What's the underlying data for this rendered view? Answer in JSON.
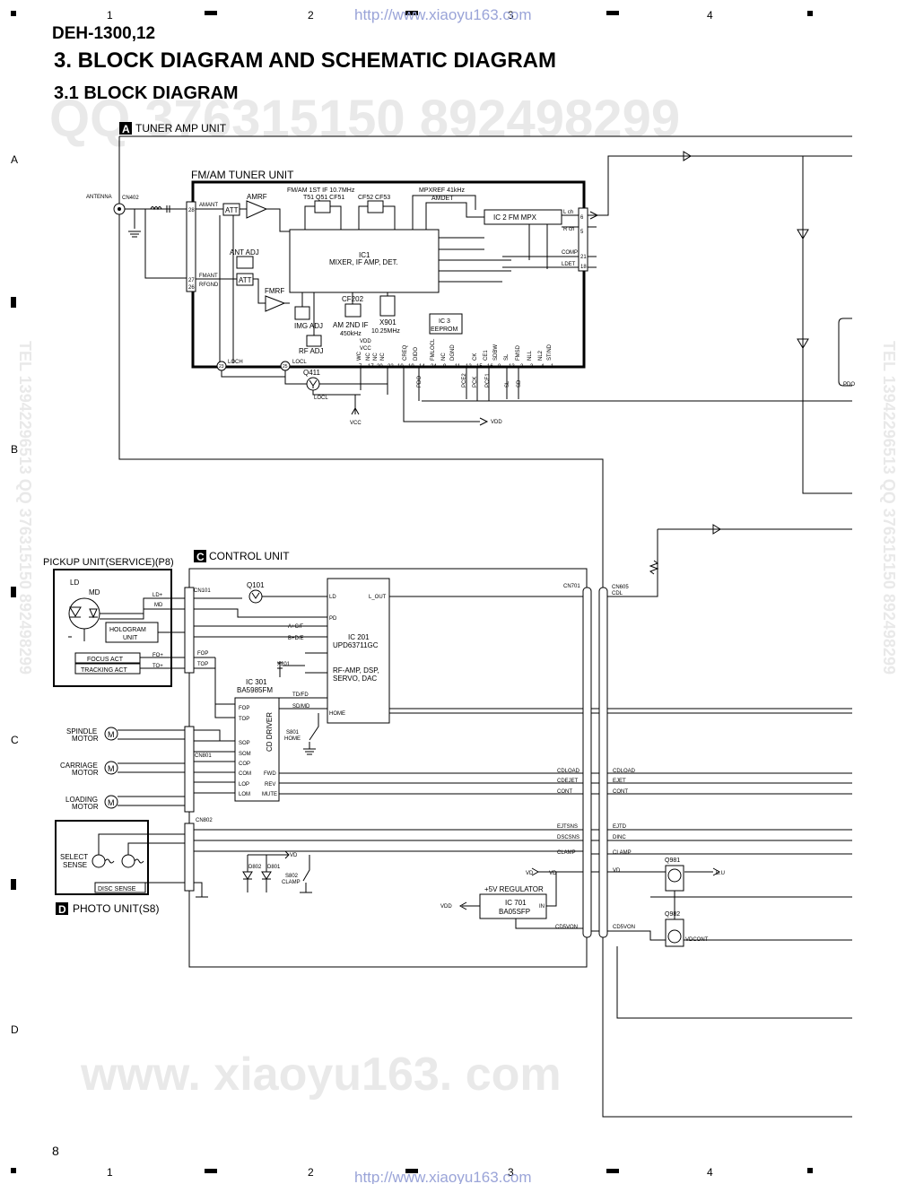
{
  "header": {
    "url_top": "http://www.xiaoyu163.com",
    "url_bottom": "http://www.xiaoyu163.com",
    "model": "DEH-1300,12",
    "title": "3. BLOCK DIAGRAM AND SCHEMATIC DIAGRAM",
    "subtitle": "3.1 BLOCK DIAGRAM",
    "col_numbers": [
      "1",
      "2",
      "3",
      "4"
    ],
    "row_letters": [
      "A",
      "B",
      "C",
      "D"
    ],
    "page_number": "8"
  },
  "watermarks": {
    "qq_top": "QQ 376315150   892498299",
    "www_bottom": "www. xiaoyu163. com",
    "side_right": "TEL 13942296513  QQ 376315150  892498299",
    "side_left": "TEL 13942296513  QQ 376315150  892498299"
  },
  "sections": {
    "tuner_amp": {
      "letter": "A",
      "label": "TUNER AMP UNIT"
    },
    "fm_am_tuner": {
      "label": "FM/AM TUNER UNIT"
    },
    "control": {
      "letter": "C",
      "label": "CONTROL  UNIT"
    },
    "pickup": {
      "label": "PICKUP UNIT(SERVICE)(P8)"
    },
    "photo": {
      "letter": "D",
      "label": "PHOTO UNIT(S8)"
    }
  },
  "tuner": {
    "antenna": "ANTENNA",
    "cn402": "CN402",
    "amant": "AMANT",
    "fmant": "FMANT",
    "rfgnd": "RFGND",
    "att": "ATT",
    "amrf": "AMRF",
    "fmrf": "FMRF",
    "ant_adj": "ANT ADJ",
    "img_adj": "IMG ADJ",
    "rf_adj": "RF ADJ",
    "if_label": "FM/AM 1ST IF 10.7MHz",
    "t51": "T51 Q51 CF51",
    "cf52": "CF52 CF53",
    "mpxref": "MPXREF 41kHz",
    "amdet": "AMDET",
    "ic1_name": "IC1",
    "ic1_desc": "MIXER, IF AMP, DET.",
    "ic2": "IC 2 FM MPX",
    "lch": "L ch",
    "rch": "R ch",
    "comp": "COMP",
    "ldet": "LDET",
    "cf202": "CF202",
    "am2nd": "AM 2ND IF",
    "am2nd_freq": "450kHz",
    "x901": "X901",
    "x901_freq": "10.25MHz",
    "ic3": "IC 3",
    "eeprom": "EEPROM",
    "vdd": "VDD",
    "vcc": "VCC",
    "q411": "Q411",
    "loch": "LOCH",
    "locl": "LOCL",
    "locl2": "LOCL",
    "vcc_bottom": "VCC",
    "vdd_arrow": "VDD",
    "pdo": "PDO",
    "pdo_right": "PDO",
    "pin_labels": [
      "WC",
      "NC",
      "NC",
      "NC",
      "CREQ",
      "DIDO",
      "FMLOCL",
      "NC",
      "DGND",
      "CK",
      "CE1",
      "SDBW",
      "SL",
      "FMSD",
      "NLL",
      "NL2",
      "ST/ND"
    ],
    "pin_numbers": [
      "7",
      "17",
      "20",
      "22",
      "10",
      "19",
      "14",
      "24",
      "9",
      "11",
      "12",
      "15",
      "16",
      "8",
      "13",
      "2",
      "3",
      "4",
      "1"
    ],
    "bus_labels": [
      "PCE2",
      "PCK",
      "PCE1",
      "SL",
      "SD"
    ],
    "conn_pins": [
      "28",
      "27",
      "26",
      "23",
      "25",
      "6",
      "5",
      "21",
      "18"
    ]
  },
  "control": {
    "ld": "LD",
    "md": "MD",
    "ld_plus": "LD+",
    "md_pin": "MD",
    "hologram": "HOLOGRAM",
    "hologram2": "UNIT",
    "focus_act": "FOCUS ACT",
    "tracking_act": "TRACKING ACT",
    "fo_plus": "FO+",
    "to_plus": "TO+",
    "cn101": "CN101",
    "q101": "Q101",
    "ic201": "IC 201",
    "ic201_part": "UPD63711GC",
    "ic201_desc1": "RF-AMP, DSP,",
    "ic201_desc2": "SERVO, DAC",
    "ld_pin": "LD",
    "pd_pin": "PD",
    "lout": "L_OUT",
    "home": "HOME",
    "apc": "A+C/F",
    "bde": "B+D/E",
    "x201": "X201",
    "fop": "FOP",
    "top": "TOP",
    "ic301": "IC 301",
    "ic301_part": "BA5985FM",
    "cd_driver": "CD DRIVER",
    "tdfd": "TD/FD",
    "sdmd": "SD/MD",
    "s801": "S801",
    "s801_home": "HOME",
    "spindle": "SPINDLE",
    "spindle2": "MOTOR",
    "carriage": "CARRIAGE",
    "carriage2": "MOTOR",
    "loading": "LOADING",
    "loading2": "MOTOR",
    "m": "M",
    "cn801": "CN801",
    "cn802": "CN802",
    "sop": "SOP",
    "som": "SOM",
    "cop": "COP",
    "com": "COM",
    "lop": "LOP",
    "lom": "LOM",
    "fwd": "FWD",
    "rev": "REV",
    "mute": "MUTE",
    "cn701": "CN701",
    "cn605": "CN605",
    "cdl": "CDL",
    "cdload": "CDLOAD",
    "cdejet": "CDEJET",
    "cont": "CONT",
    "ejtsns": "EJTSNS",
    "dscsns": "DSCSNS",
    "clamp": "CLAMP",
    "vd": "VD",
    "cd5von": "CD5VON",
    "cdload_r": "CDLOAD",
    "ejet_r": "EJET",
    "cont_r": "CONT",
    "ejtd_r": "EJTD",
    "dinc_r": "DINC",
    "clamp_r": "CLAMP",
    "vd_r": "VD",
    "cd5von_r": "CD5VON",
    "q981": "Q981",
    "q982": "Q982",
    "bu": "B.U",
    "vdcont": "VDCONT",
    "d802": "D802",
    "d801": "D801",
    "s802": "S802",
    "s802_clamp": "CLAMP",
    "vd_arrow": "VD",
    "select": "SELECT",
    "sense": "SENSE",
    "disc_sense": "DISC SENSE",
    "reg": "+5V REGULATOR",
    "ic701": "IC 701",
    "ic701_part": "BA05SFP",
    "in": "IN",
    "vdd_reg": "VDD",
    "vd_reg": "VD"
  }
}
